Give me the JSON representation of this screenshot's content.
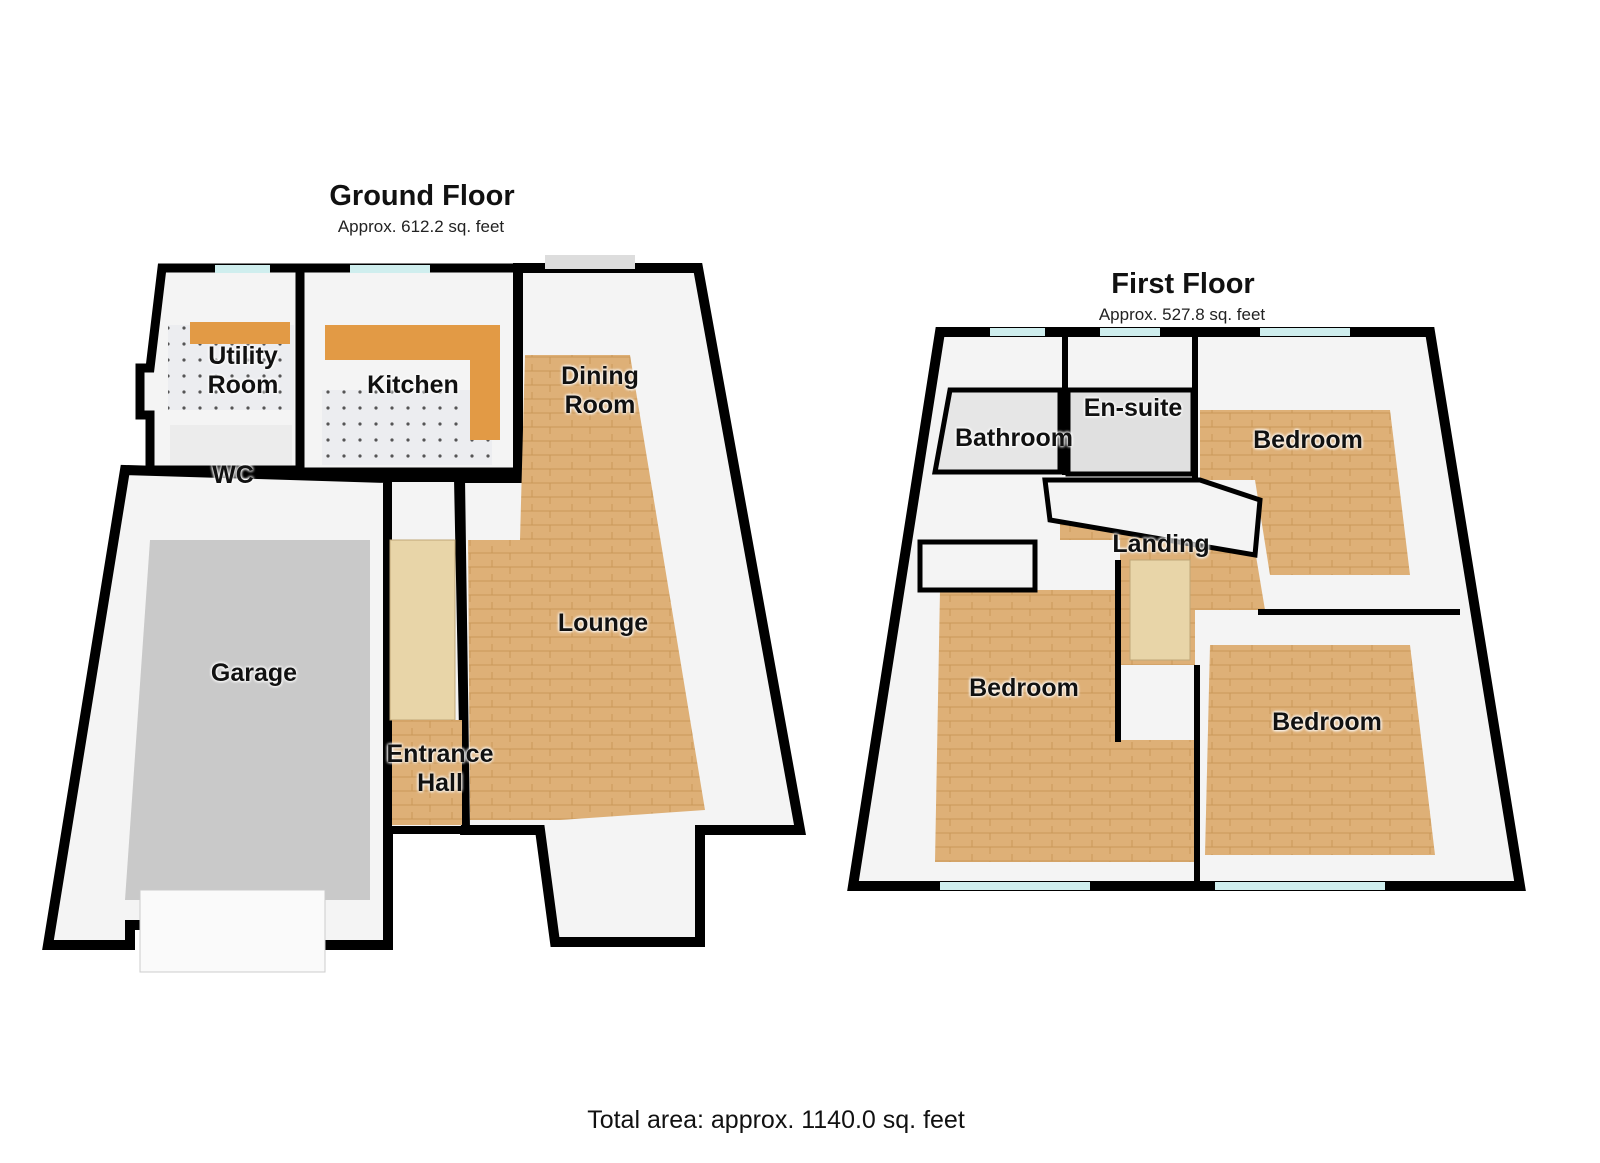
{
  "ground_floor": {
    "title": "Ground Floor",
    "area": "Approx. 612.2 sq. feet",
    "rooms": {
      "utility_room": "Utility\nRoom",
      "kitchen": "Kitchen",
      "dining_room": "Dining\nRoom",
      "wc": "WC",
      "garage": "Garage",
      "lounge": "Lounge",
      "entrance_hall": "Entrance\nHall"
    }
  },
  "first_floor": {
    "title": "First Floor",
    "area": "Approx. 527.8 sq. feet",
    "rooms": {
      "bathroom": "Bathroom",
      "en_suite": "En-suite",
      "bedroom_top_right": "Bedroom",
      "landing": "Landing",
      "bedroom_left": "Bedroom",
      "bedroom_bottom_right": "Bedroom"
    }
  },
  "total_area": "Total area: approx. 1140.0 sq. feet",
  "colors": {
    "wall": "#000000",
    "wall_face": "#f4f4f4",
    "wood_floor": "#deb077",
    "garage_floor": "#c9c9c9",
    "tile_floor": "#e8e8ea",
    "worktop": "#e29a45",
    "window_glass": "#cfeeee"
  }
}
